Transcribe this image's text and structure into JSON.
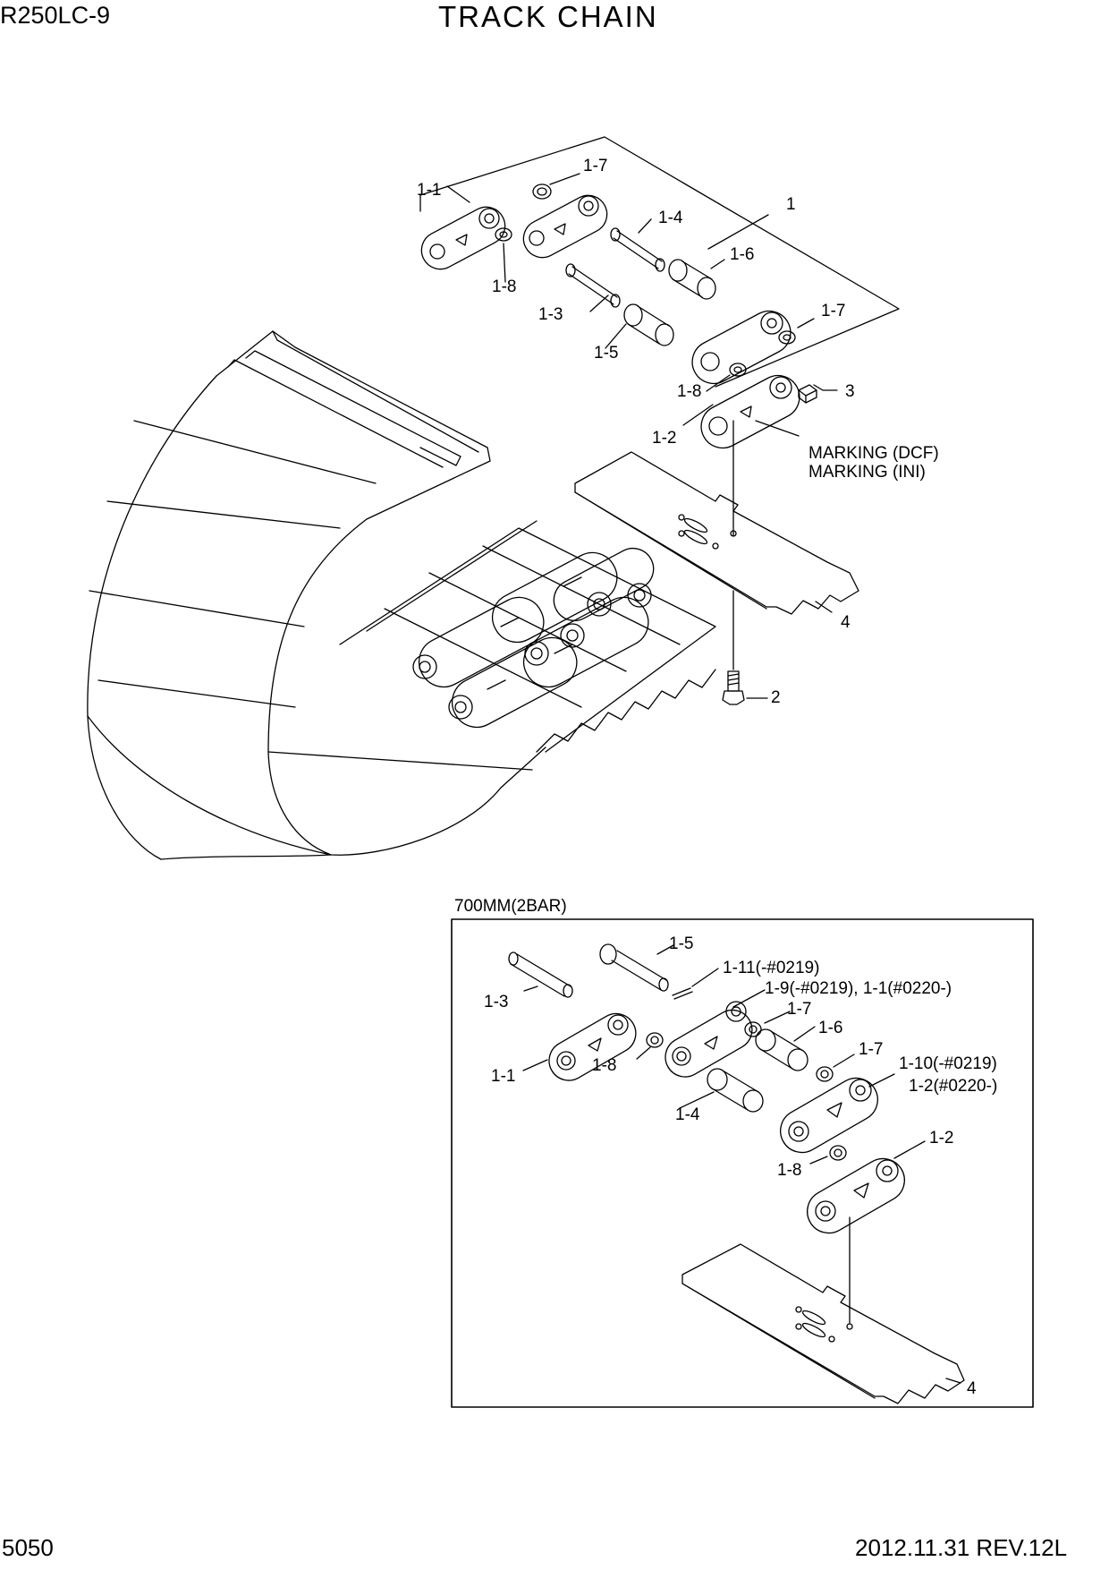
{
  "header": {
    "model": "R250LC-9",
    "title": "TRACK CHAIN"
  },
  "main_view": {
    "callouts": {
      "c1_1": "1-1",
      "c1_7a": "1-7",
      "c1": "1",
      "c1_4": "1-4",
      "c1_8a": "1-8",
      "c1_6": "1-6",
      "c1_3": "1-3",
      "c1_7b": "1-7",
      "c1_5": "1-5",
      "c1_8b": "1-8",
      "c3": "3",
      "c1_2": "1-2",
      "c4": "4",
      "c2": "2"
    },
    "marking_dcf": "MARKING (DCF)",
    "marking_ini": "MARKING (INI)"
  },
  "inset": {
    "caption": "700MM(2BAR)",
    "callouts": {
      "c1_5": "1-5",
      "c1_11": "1-11(-#0219)",
      "c1_3": "1-3",
      "c1_9": "1-9(-#0219), 1-1(#0220-)",
      "c1_7a": "1-7",
      "c1_6": "1-6",
      "c1_7b": "1-7",
      "c1_10": "1-10(-#0219)",
      "c1_2b": "1-2(#0220-)",
      "c1_1": "1-1",
      "c1_8a": "1-8",
      "c1_4": "1-4",
      "c1_2": "1-2",
      "c1_8b": "1-8",
      "c4": "4"
    }
  },
  "footer": {
    "page": "5050",
    "revision": "2012.11.31  REV.12L"
  }
}
